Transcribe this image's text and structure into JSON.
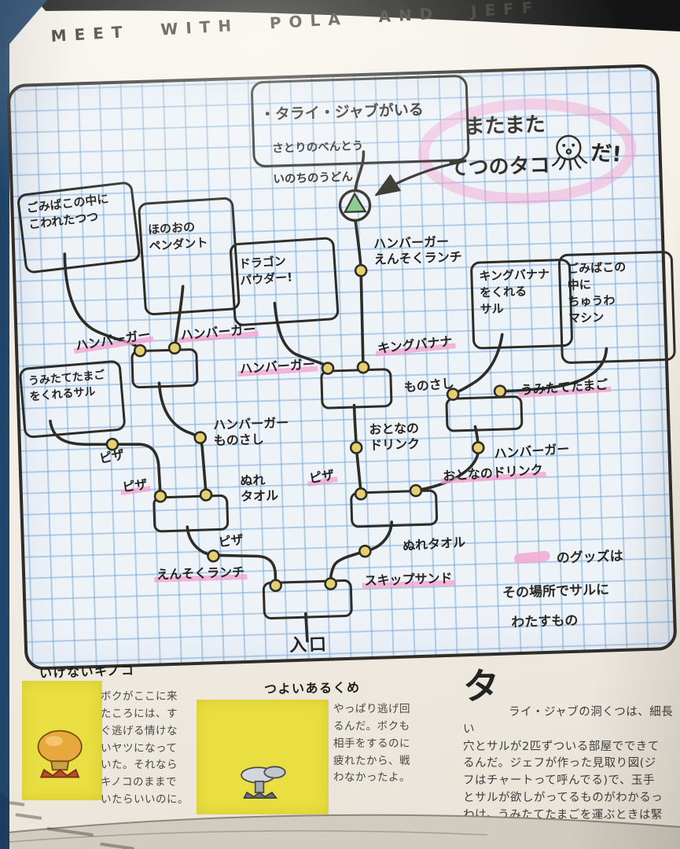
{
  "header": {
    "title": "MEET WITH POLA AND JEFF"
  },
  "map": {
    "top_box": {
      "title": "・タライ・ジャブがいる",
      "item1": "さとりのべんとう",
      "item2": "いのちのうどん"
    },
    "annotation": {
      "line1": "またまた",
      "line2": "てつのタコ",
      "suffix": "だ!"
    },
    "boxes": [
      {
        "lines": [
          "ごみばこの中に",
          "こわれたつつ"
        ]
      },
      {
        "lines": [
          "ほのおの",
          "ペンダント"
        ]
      },
      {
        "lines": [
          "ドラゴン",
          "パウダー!"
        ]
      },
      {
        "lines": [
          "キングバナナ",
          "をくれる",
          "サル"
        ]
      },
      {
        "lines": [
          "ごみばこの",
          "中に",
          "ちゅうわ",
          "マシン"
        ]
      },
      {
        "lines": [
          "うみたてたまご",
          "をくれるサル"
        ]
      }
    ],
    "labels": [
      {
        "text": "ハンバーガー",
        "hl": true
      },
      {
        "text": "ハンバーガー",
        "hl": true
      },
      {
        "text": "ハンバーガー\nえんそくランチ",
        "hl": false
      },
      {
        "text": "ハンバーガー",
        "hl": true
      },
      {
        "text": "キングバナナ",
        "hl": true
      },
      {
        "text": "ものさし",
        "hl": false
      },
      {
        "text": "うみたてたまご",
        "hl": true
      },
      {
        "text": "ハンバーガー\nものさし",
        "hl": false
      },
      {
        "text": "おとなの\nドリンク",
        "hl": false
      },
      {
        "text": "ハンバーガー",
        "hl": false
      },
      {
        "text": "おとなのドリンク",
        "hl": true
      },
      {
        "text": "ピザ",
        "hl": false
      },
      {
        "text": "ピザ",
        "hl": true
      },
      {
        "text": "ぬれ\nタオル",
        "hl": false
      },
      {
        "text": "ピザ",
        "hl": true
      },
      {
        "text": "ピザ",
        "hl": false
      },
      {
        "text": "えんそくランチ",
        "hl": true
      },
      {
        "text": "スキップサンド",
        "hl": true
      },
      {
        "text": "ぬれタオル",
        "hl": false
      },
      {
        "text": "入口",
        "hl": false
      }
    ],
    "legend": {
      "lines": [
        "のグッズは",
        "その場所でサルに",
        "わたすもの"
      ]
    }
  },
  "sections": [
    {
      "title": "いけないキノコ",
      "body": "ボクがここに来\nたころには、す\nぐ逃げる情けな\nいヤツになって\nいた。それなら\nキノコのままで\nいたらいいのに。"
    },
    {
      "title": "つよいあるくめ",
      "body": "やっぱり逃げ回\nるんだ。ボクも\n相手をするのに\n疲れたから、戦\nわなかったよ。"
    },
    {
      "dropcap": "タ",
      "body": "ライ・ジャブの洞くつは、細長い\n穴とサルが2匹ずついる部屋でできて\nるんだ。ジェフが作った見取り図(ジ\nフはチャートって呼んでる)で、玉手\nとサルが欲しがってるものがわかるっ\nわけ。うみたてたまごを運ぶときは緊\nしたなぁ。"
    }
  ],
  "colors": {
    "ink": "#2e2c27",
    "highlight": "#f2a8d0",
    "item_dot": "#e5cf6e",
    "cover_navy": "#1e4166",
    "panel_yellow": "#e9df42",
    "grid_blue": "#74a6d4"
  }
}
